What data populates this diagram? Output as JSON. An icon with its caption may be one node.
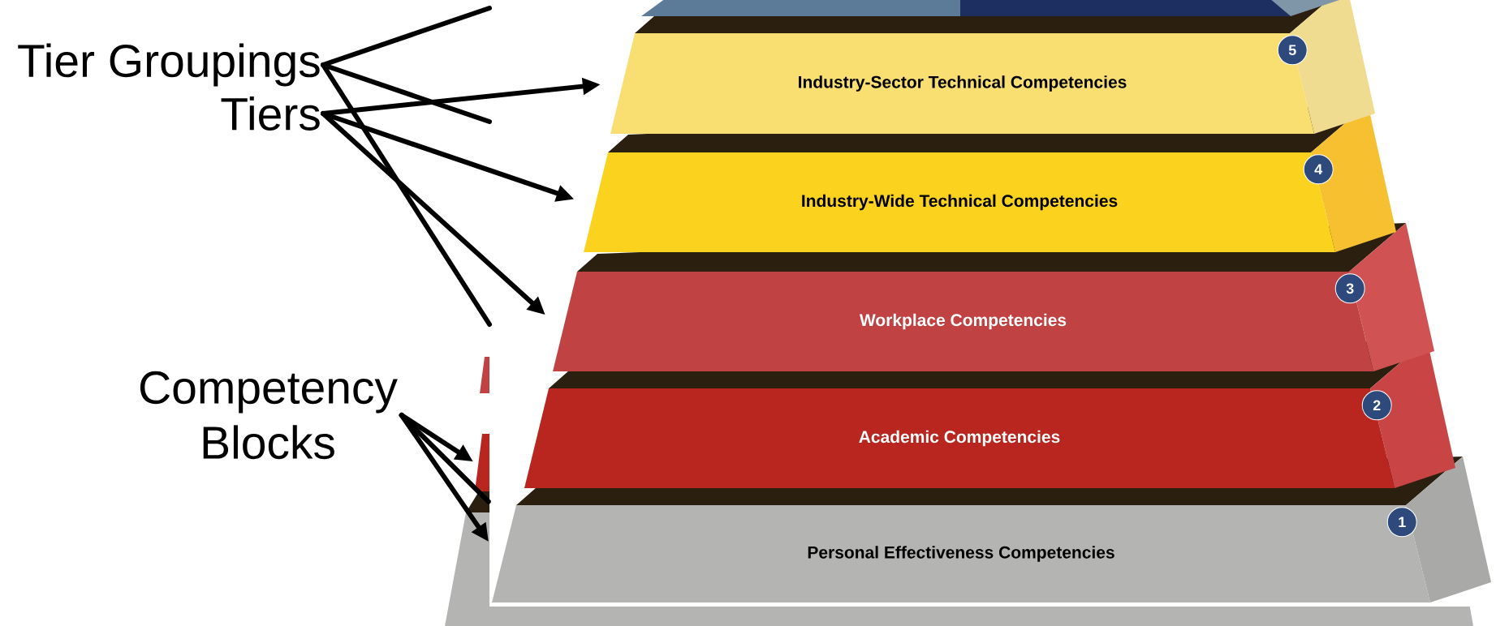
{
  "diagram": {
    "nodes": [
      {
        "text": [
          "Tier Groupings"
        ]
      },
      {
        "text": [
          "Tiers"
        ]
      },
      {
        "text": [
          "Competency Blocks"
        ]
      },
      {
        "text": [],
        "shape": "bar"
      },
      {
        "text": [
          "Industry-Sector Technical Competencies"
        ]
      },
      {
        "text": [
          "5"
        ],
        "in": 4
      },
      {
        "text": [
          "Industry-Wide Technical Competencies"
        ]
      },
      {
        "text": [
          "4"
        ],
        "in": 6
      },
      {
        "text": [
          "Workplace Competencies"
        ]
      },
      {
        "text": [
          "3"
        ],
        "in": 8
      },
      {
        "text": [
          "Academic Competencies"
        ]
      },
      {
        "text": [
          "2"
        ],
        "in": 10
      },
      {
        "text": [
          "Personal Effectiveness Competencies"
        ]
      },
      {
        "text": [
          "1"
        ],
        "in": 12
      },
      {
        "text": [],
        "shape": "bar"
      },
      {
        "text": [],
        "shape": "bar"
      },
      {
        "text": [],
        "shape": "bar"
      }
    ],
    "edges": [
      {
        "from": 0,
        "to": null,
        "arrow": "none"
      },
      {
        "from": 1,
        "to": 4,
        "arrow": "to"
      },
      {
        "from": 0,
        "to": null,
        "arrow": "none"
      },
      {
        "from": 1,
        "to": 6,
        "arrow": "to"
      },
      {
        "from": 1,
        "to": 8,
        "arrow": "to"
      },
      {
        "from": 0,
        "to": null,
        "arrow": "none"
      },
      {
        "from": 2,
        "to": 14,
        "arrow": "to"
      },
      {
        "from": 2,
        "to": 15,
        "arrow": "none"
      },
      {
        "from": 2,
        "to": 16,
        "arrow": "to"
      }
    ]
  }
}
